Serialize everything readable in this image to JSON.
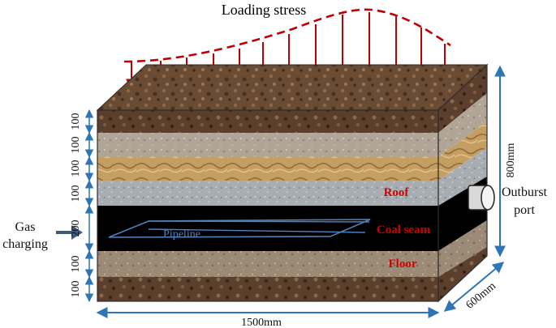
{
  "title": "Loading stress",
  "left_labels": {
    "gas_line1": "Gas",
    "gas_line2": "charging"
  },
  "right_labels": {
    "outburst_line1": "Outburst",
    "outburst_line2": "port"
  },
  "layers": [
    {
      "name": "top-surface",
      "label": ""
    },
    {
      "name": "layer-1",
      "label": ""
    },
    {
      "name": "layer-2",
      "label": ""
    },
    {
      "name": "layer-3",
      "label": ""
    },
    {
      "name": "roof",
      "label": "Roof"
    },
    {
      "name": "coal-seam",
      "label": "Coal seam"
    },
    {
      "name": "floor",
      "label": "Floor"
    },
    {
      "name": "bottom-layer",
      "label": ""
    }
  ],
  "pipeline_label": "Pipeline",
  "thickness_labels": [
    "100",
    "100",
    "100",
    "100",
    "200",
    "100",
    "100"
  ],
  "dimensions": {
    "length": "1500mm",
    "width": "600mm",
    "height": "800mm"
  },
  "colors": {
    "stress_arrow": "#c00000",
    "label_red": "#d00000",
    "pipeline_blue": "#4f81bd",
    "dimension_blue": "#2e75b6",
    "gas_arrow": "#3d5a80"
  }
}
